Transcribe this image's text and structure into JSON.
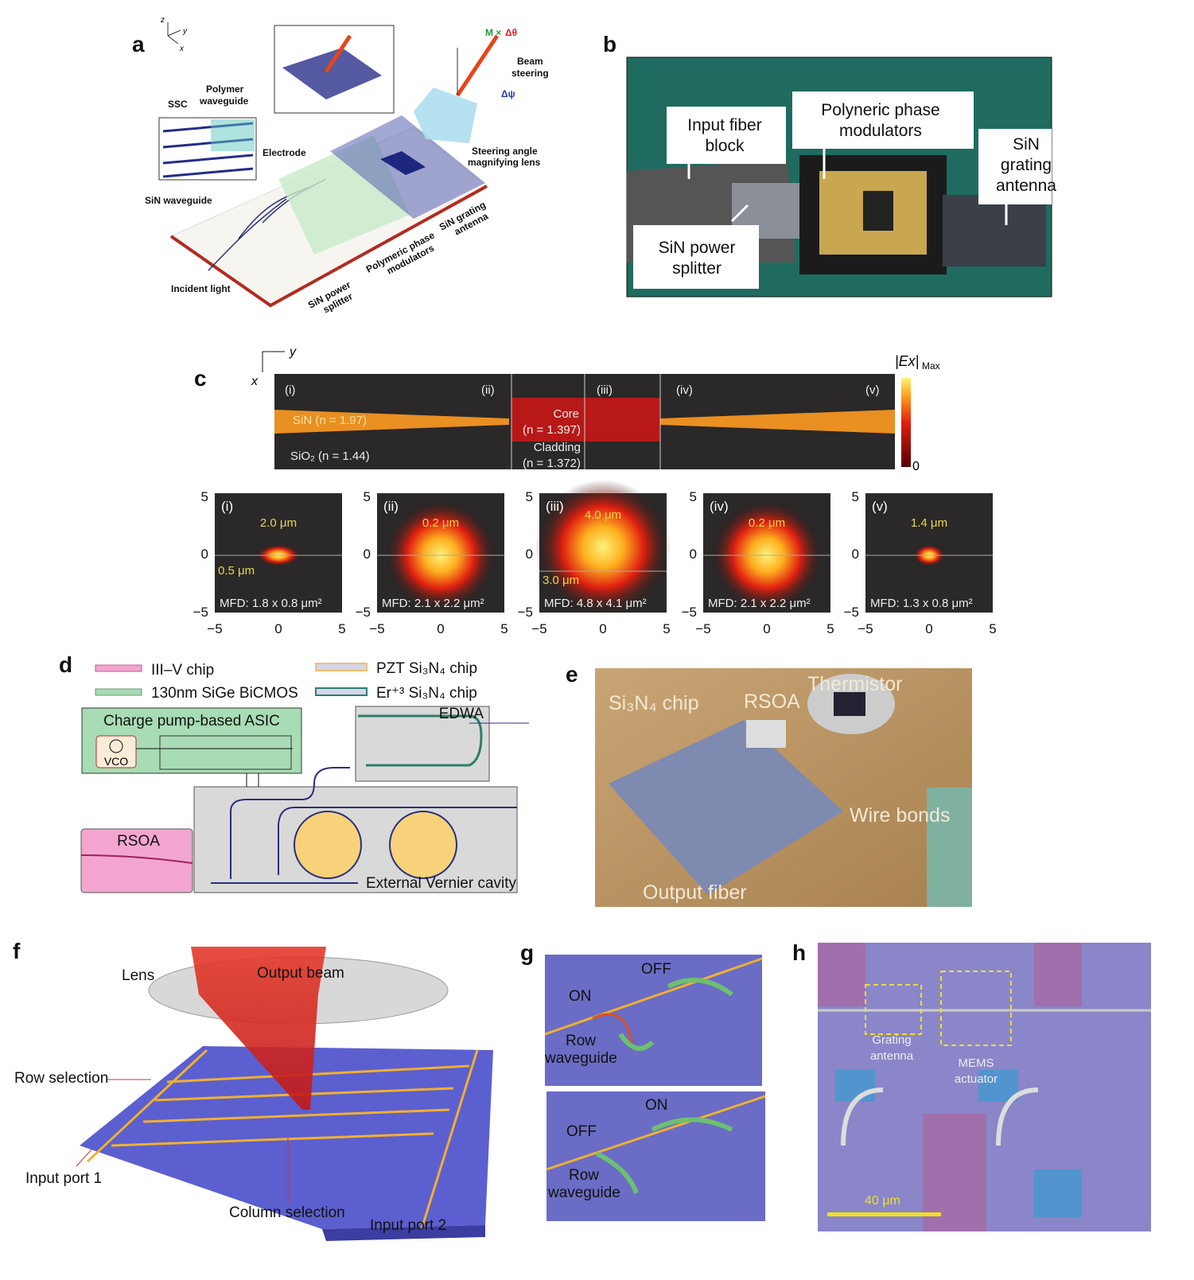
{
  "panel_labels": [
    "a",
    "b",
    "c",
    "d",
    "e",
    "f",
    "g",
    "h"
  ],
  "a": {
    "axes": {
      "z": "z",
      "y": "y",
      "x": "x"
    },
    "labels": {
      "ssc": "SSC",
      "polymer_waveguide_1": "Polymer",
      "polymer_waveguide_2": "waveguide",
      "electrode": "Electrode",
      "sin_waveguide": "SiN waveguide",
      "incident_light": "Incident light",
      "sin_power_splitter_1": "SiN power",
      "sin_power_splitter_2": "splitter",
      "polymeric_phase_1": "Polymeric phase",
      "polymeric_phase_2": "modulators",
      "sin_grating_1": "SiN grating",
      "sin_grating_2": "antenna",
      "beam_steering_1": "Beam",
      "beam_steering_2": "steering",
      "lens_1": "Steering angle",
      "lens_2": "magnifying lens",
      "m_times": "M ×",
      "delta_theta": "Δθ",
      "delta_psi": "Δψ"
    }
  },
  "b": {
    "labels": {
      "input_fiber_1": "Input fiber",
      "input_fiber_2": "block",
      "phase_mod_1": "Polyneric phase",
      "phase_mod_2": "modulators",
      "grating_1": "SiN",
      "grating_2": "grating",
      "grating_3": "antenna",
      "splitter_1": "SiN power",
      "splitter_2": "splitter"
    }
  },
  "c": {
    "axes": {
      "y": "y",
      "x": "x"
    },
    "colorbar": {
      "max_label": "|Ex|",
      "max_sub": "Max",
      "min_label": "0"
    },
    "strip": {
      "markers": [
        "(i)",
        "(ii)",
        "(iii)",
        "(iv)",
        "(v)"
      ],
      "sin": "SiN (n = 1.97)",
      "sio2": "SiO₂ (n = 1.44)",
      "core_1": "Core",
      "core_2": "(n = 1.397)",
      "clad_1": "Cladding",
      "clad_2": "(n = 1.372)"
    },
    "modes": [
      {
        "id": "(i)",
        "dim": "2.0 μm",
        "dim2": "0.5 μm",
        "mfd": "MFD: 1.8 x 0.8 μm²"
      },
      {
        "id": "(ii)",
        "dim": "0.2 μm",
        "mfd": "MFD: 2.1 x 2.2 μm²"
      },
      {
        "id": "(iii)",
        "dim": "4.0 μm",
        "dim2": "3.0 μm",
        "mfd": "MFD: 4.8 x 4.1 μm²"
      },
      {
        "id": "(iv)",
        "dim": "0.2 μm",
        "mfd": "MFD: 2.1 x 2.2 μm²"
      },
      {
        "id": "(v)",
        "dim": "1.4 μm",
        "mfd": "MFD: 1.3 x 0.8 μm²"
      }
    ],
    "ticks": {
      "top": "5",
      "mid": "0",
      "bot": "−5",
      "left": "−5",
      "center": "0",
      "right": "5"
    }
  },
  "d": {
    "legend": {
      "iii_v": "III–V chip",
      "sige": "130nm SiGe BiCMOS",
      "pzt": "PZT Si₃N₄ chip",
      "er": "Er⁺³ Si₃N₄ chip"
    },
    "asic": "Charge pump-based ASIC",
    "vco": "VCO",
    "edwa": "EDWA",
    "rsoa": "RSOA",
    "vernier": "External Vernier cavity",
    "colors": {
      "iii_v": "#f2a6cf",
      "sige": "#a8dcb4",
      "pzt": "#f7d27a",
      "er": "#2e7d6b",
      "waveguide": "#2a2f7a"
    }
  },
  "e": {
    "labels": {
      "chip": "Si₃N₄ chip",
      "rsoa": "RSOA",
      "thermistor": "Thermistor",
      "wire_bonds": "Wire bonds",
      "output_fiber": "Output fiber"
    }
  },
  "f": {
    "labels": {
      "lens": "Lens",
      "output_beam": "Output beam",
      "row_selection": "Row selection",
      "input_port_1": "Input port 1",
      "column_selection": "Column selection",
      "input_port_2": "Input port 2"
    }
  },
  "g": {
    "top": {
      "off": "OFF",
      "on": "ON",
      "row_1": "Row",
      "row_2": "waveguide"
    },
    "bottom": {
      "on": "ON",
      "off": "OFF",
      "row_1": "Row",
      "row_2": "waveguide"
    }
  },
  "h": {
    "labels": {
      "grating_1": "Grating",
      "grating_2": "antenna",
      "mems_1": "MEMS",
      "mems_2": "actuator",
      "scale": "40 μm"
    }
  }
}
